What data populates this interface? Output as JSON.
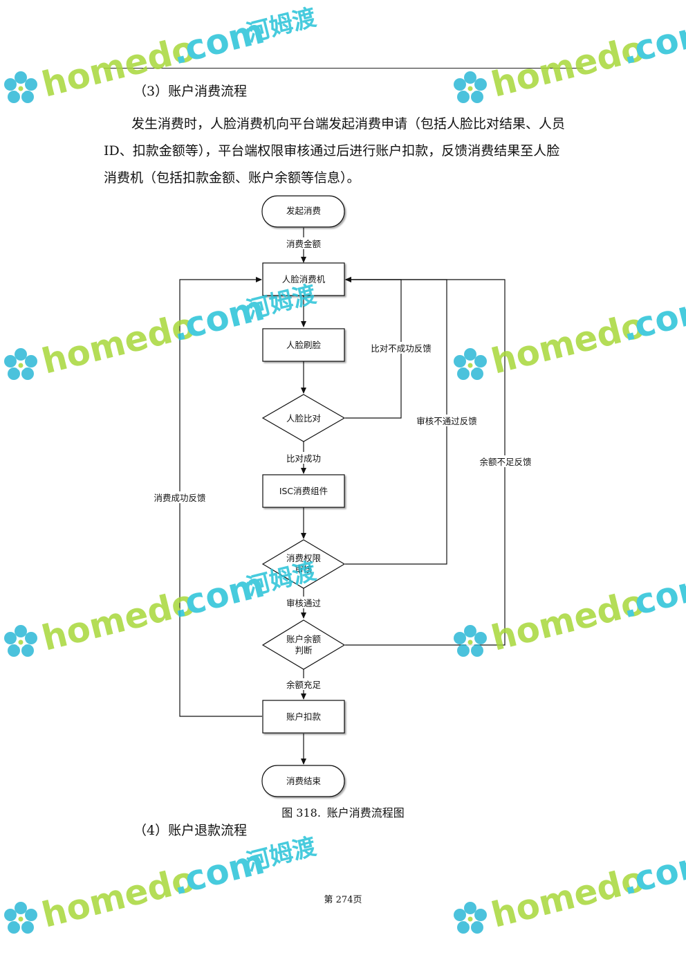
{
  "document": {
    "section_3_heading": "（3）账户消费流程",
    "paragraph_line_1": "发生消费时，人脸消费机向平台端发起消费申请（包括人脸比对结果、人员",
    "paragraph_line_2": "ID、扣款金额等），平台端权限审核通过后进行账户扣款，反馈消费结果至人脸",
    "paragraph_line_3": "消费机（包括扣款金额、账户余额等信息）。",
    "figure_caption_number": "图 318.",
    "figure_caption_title": "账户消费流程图",
    "section_4_heading": "（4）账户退款流程",
    "page_number": "第 274页"
  },
  "flowchart": {
    "nodes": {
      "start": "发起消费",
      "face_consumer": "人脸消费机",
      "face_scan": "人脸刷脸",
      "face_compare": "人脸比对",
      "isc_component": "ISC消费组件",
      "permission_check_line1": "消费权限",
      "permission_check_line2": "审核",
      "balance_check_line1": "账户余额",
      "balance_check_line2": "判断",
      "deduct": "账户扣款",
      "end": "消费结束"
    },
    "edge_labels": {
      "amount": "消费金额",
      "compare_fail": "比对不成功反馈",
      "compare_ok": "比对成功",
      "audit_fail": "审核不通过反馈",
      "audit_pass": "审核通过",
      "balance_insufficient": "余额不足反馈",
      "balance_ok": "余额充足",
      "consume_success": "消费成功反馈"
    }
  },
  "watermark": {
    "brand_latin": "homedo.com",
    "brand_chinese": "河姆渡",
    "colors": {
      "green": "#a8d83a",
      "cyan": "#27c2d8",
      "flower": "#2cb8d6"
    }
  }
}
